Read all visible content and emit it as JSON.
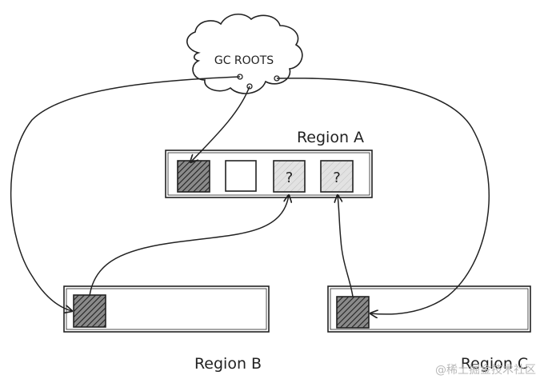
{
  "gc_roots": {
    "label": "GC ROOTS"
  },
  "regions": {
    "a": {
      "label": "Region A",
      "cells": [
        "",
        "",
        "?",
        "?"
      ]
    },
    "b": {
      "label": "Region B"
    },
    "c": {
      "label": "Region C"
    }
  },
  "watermark": "@稀土掘金技术社区",
  "colors": {
    "stroke": "#222222",
    "hatch": "#333333",
    "question_fill": "#e6e6e6"
  }
}
